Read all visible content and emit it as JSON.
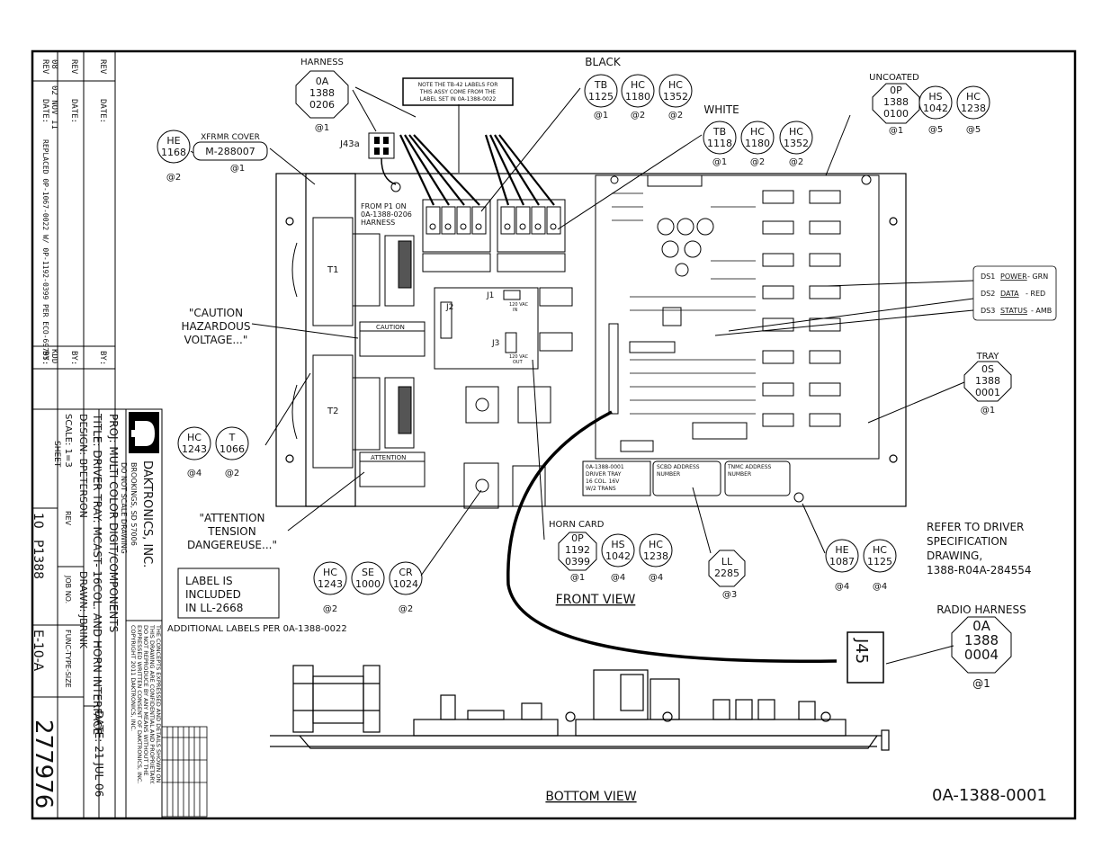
{
  "revision_block": {
    "rev_header": "REV",
    "date_header": "DATE:",
    "by_header": "BY:",
    "rev": "08",
    "date": "02 NOV 11",
    "description": "REPLACED 0P-1067-0022 W/ 0P-1192-0399 PER ECO-69795",
    "by": "KDD"
  },
  "title_block": {
    "company": "DAKTRONICS, INC.",
    "location": "BROOKINGS, SD 57006",
    "scale_note": "DO NOT SCALE DRAWING",
    "proj": "PROJ: MULTI COLOR DIGIT/COMPONENTS",
    "title": "TITLE: DRIVER TRAY: MCAST- 16COL. AND HORN INTERFACE",
    "design": "DESIGN: BPETERSON",
    "drawn": "DRAWN: JBRINK",
    "date": "DATE: 21 JUL 06",
    "scale": "SCALE: 1=3",
    "sheet_label": "SHEET",
    "rev_label": "REV",
    "job_label": "JOB NO.",
    "func_label": "FUNC-TYPE-SIZE",
    "rev": "10",
    "job": "P1388",
    "func": "E-10-A",
    "drawing_number": "277976",
    "confidential": [
      "THE CONCEPTS EXPRESSED AND DETAILS SHOWN ON",
      "THIS DRAWING ARE CONFIDENTIAL AND PROPRIETARY.",
      "DO NOT REPRODUCE BY ANY MEANS WITHOUT THE",
      "EXPRESSED WRITTEN CONSENT OF DAKTRONICS, INC.",
      "COPYRIGHT 2011 DAKTRONICS, INC."
    ]
  },
  "labels": {
    "harness": "HARNESS",
    "harness_code": [
      "0A",
      "1388",
      "0206"
    ],
    "harness_qty": "@1",
    "j43a": "J43a",
    "xfrmr_cover": "XFRMR COVER",
    "xfrmr_part": "M-288007",
    "xfrmr_qty": "@1",
    "he1168": [
      "HE",
      "1168"
    ],
    "he1168_qty": "@2",
    "note_tb42": [
      "NOTE THE TB-42 LABELS FOR",
      "THIS ASSY COME FROM THE",
      "LABEL SET IN 0A-1388-0022"
    ],
    "black": "BLACK",
    "black_parts": [
      [
        "TB",
        "1125",
        "@1"
      ],
      [
        "HC",
        "1180",
        "@2"
      ],
      [
        "HC",
        "1352",
        "@2"
      ]
    ],
    "white": "WHITE",
    "white_parts": [
      [
        "TB",
        "1118",
        "@1"
      ],
      [
        "HC",
        "1180",
        "@2"
      ],
      [
        "HC",
        "1352",
        "@2"
      ]
    ],
    "uncoated": "UNCOATED",
    "uncoated_parts": [
      [
        "0P",
        "1388",
        "0100",
        "@1"
      ],
      [
        "HS",
        "1042",
        "",
        "@5"
      ],
      [
        "HC",
        "1238",
        "",
        "@5"
      ]
    ],
    "from_p1": [
      "FROM P1 ON",
      "0A-1388-0206",
      "HARNESS"
    ],
    "t1": "T1",
    "t2": "T2",
    "caution_tag": "CAUTION",
    "attention_tag": "ATTENTION",
    "caution_note": [
      "\"CAUTION",
      "HAZARDOUS",
      "VOLTAGE...\""
    ],
    "attention_note": [
      "\"ATTENTION",
      "TENSION",
      "DANGEREUSE...\""
    ],
    "j1": "J1",
    "j2": "J2",
    "j3": "J3",
    "vac_in": [
      "120 VAC",
      "IN"
    ],
    "vac_out": [
      "120 VAC",
      "OUT"
    ],
    "ds": [
      [
        "DS1",
        "POWER",
        "- GRN"
      ],
      [
        "DS2",
        "DATA",
        "- RED"
      ],
      [
        "DS3",
        "STATUS",
        "- AMB"
      ]
    ],
    "tray": "TRAY",
    "tray_code": [
      "0S",
      "1388",
      "0001"
    ],
    "tray_qty": "@1",
    "hc1243_t1066": [
      [
        "HC",
        "1243",
        "@4"
      ],
      [
        "T",
        "1066",
        "@2"
      ]
    ],
    "driver_label": [
      "0A-1388-0001",
      "DRIVER TRAY",
      "16 COL. 16V",
      "W/2 TRANS"
    ],
    "scbd_label": [
      "SCBD ADDRESS",
      "NUMBER"
    ],
    "tnmc_label": [
      "TNMC ADDRESS",
      "NUMBER"
    ],
    "horn_card": "HORN CARD",
    "horn_parts": [
      [
        "0P",
        "1192",
        "0399",
        "@1"
      ],
      [
        "HS",
        "1042",
        "",
        "@4"
      ],
      [
        "HC",
        "1238",
        "",
        "@4"
      ]
    ],
    "ll2285": [
      "LL",
      "2285"
    ],
    "ll2285_qty": "@3",
    "he1087_hc1125": [
      [
        "HE",
        "1087",
        "@4"
      ],
      [
        "HC",
        "1125",
        "@4"
      ]
    ],
    "refer": [
      "REFER TO DRIVER",
      "SPECIFICATION",
      "DRAWING,",
      "1388-R04A-284554"
    ],
    "label_included": [
      "LABEL IS",
      "INCLUDED",
      "IN LL-2668"
    ],
    "bottom_parts": [
      [
        "HC",
        "1243",
        "@2"
      ],
      [
        "SE",
        "1000",
        ""
      ],
      [
        "CR",
        "1024",
        "@2"
      ]
    ],
    "additional": "ADDITIONAL LABELS PER 0A-1388-0022",
    "front_view": "FRONT VIEW",
    "radio_harness": "RADIO HARNESS",
    "radio_code": [
      "0A",
      "1388",
      "0004"
    ],
    "radio_qty": "@1",
    "j45": "J45",
    "bottom_view": "BOTTOM VIEW",
    "assembly_number": "0A-1388-0001"
  }
}
